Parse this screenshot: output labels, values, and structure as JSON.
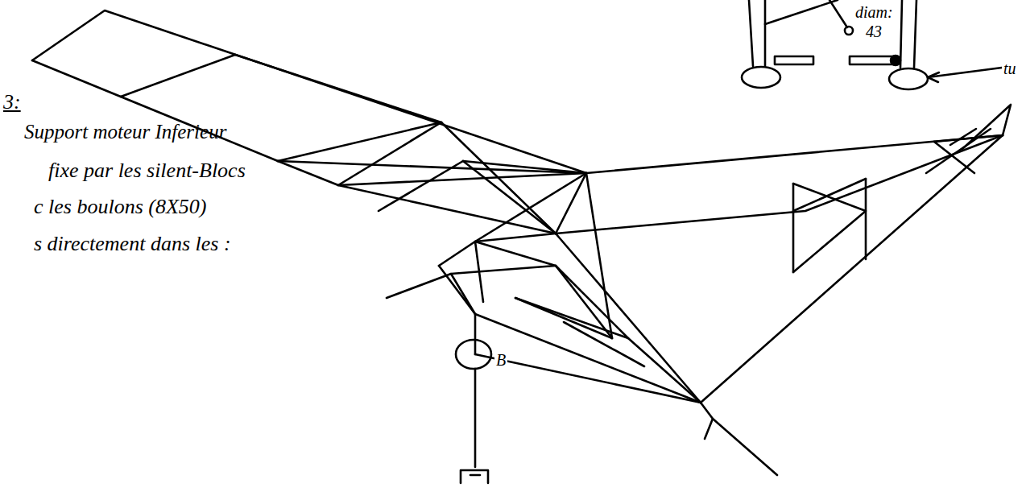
{
  "diagram": {
    "labels": [
      "3:",
      "Support moteur Inferieur",
      "fixe par les silent-Blocs",
      "c les boulons (8X50)",
      "s directement dans les :",
      "diam:",
      "43",
      "tu",
      "B"
    ]
  }
}
